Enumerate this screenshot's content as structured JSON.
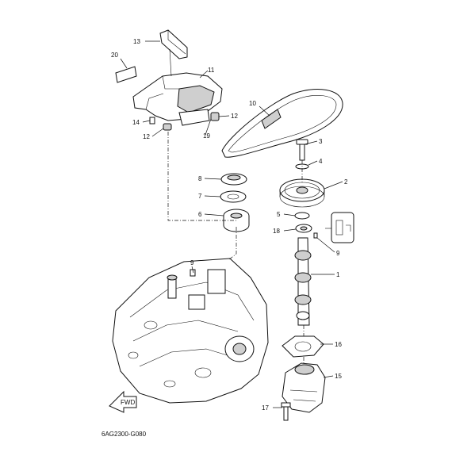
{
  "diagram": {
    "caption": "6AG2300-G080",
    "fwd_label": "FWD",
    "callouts": [
      {
        "id": "c1",
        "label": "1"
      },
      {
        "id": "c2",
        "label": "2"
      },
      {
        "id": "c3",
        "label": "3"
      },
      {
        "id": "c4",
        "label": "4"
      },
      {
        "id": "c5",
        "label": "5"
      },
      {
        "id": "c6",
        "label": "6"
      },
      {
        "id": "c7",
        "label": "7"
      },
      {
        "id": "c8",
        "label": "8"
      },
      {
        "id": "c9a",
        "label": "9"
      },
      {
        "id": "c9b",
        "label": "9"
      },
      {
        "id": "c10",
        "label": "10"
      },
      {
        "id": "c11",
        "label": "11"
      },
      {
        "id": "c12a",
        "label": "12"
      },
      {
        "id": "c12b",
        "label": "12"
      },
      {
        "id": "c13",
        "label": "13"
      },
      {
        "id": "c14",
        "label": "14"
      },
      {
        "id": "c15",
        "label": "15"
      },
      {
        "id": "c16",
        "label": "16"
      },
      {
        "id": "c17",
        "label": "17"
      },
      {
        "id": "c18",
        "label": "18"
      },
      {
        "id": "c19",
        "label": "19"
      },
      {
        "id": "c20",
        "label": "20"
      }
    ]
  }
}
